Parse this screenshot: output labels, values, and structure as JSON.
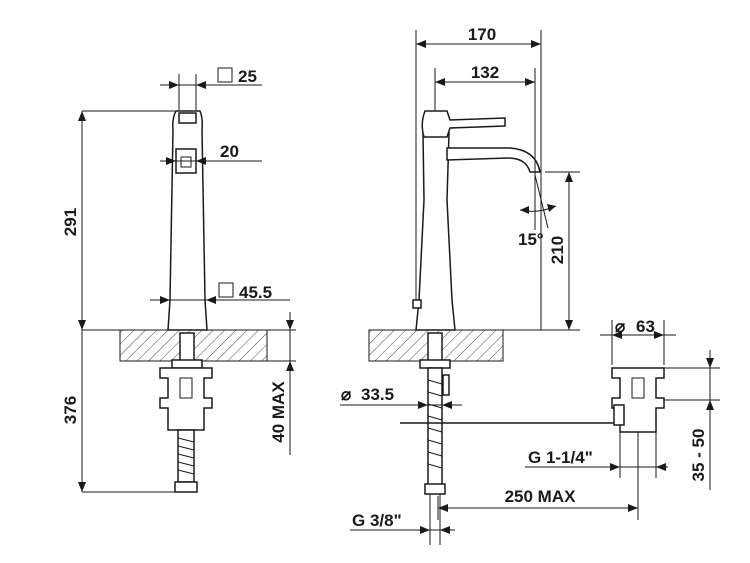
{
  "dimensions": {
    "top_square": "25",
    "handle_width": "20",
    "base_square": "45.5",
    "spout_height": "291",
    "below_deck": "376",
    "deck_max": "40 MAX",
    "total_reach": "170",
    "spout_reach": "132",
    "tilt_angle": "15°",
    "outlet_height": "210",
    "diameter_shank": "33.5",
    "waste_diameter": "63",
    "waste_thread": "G 1-1/4\"",
    "waste_range": "35 - 50",
    "supply_thread": "G 3/8\"",
    "rod_length": "250 MAX"
  },
  "symbols": {
    "square": "□",
    "diameter": "⌀"
  }
}
